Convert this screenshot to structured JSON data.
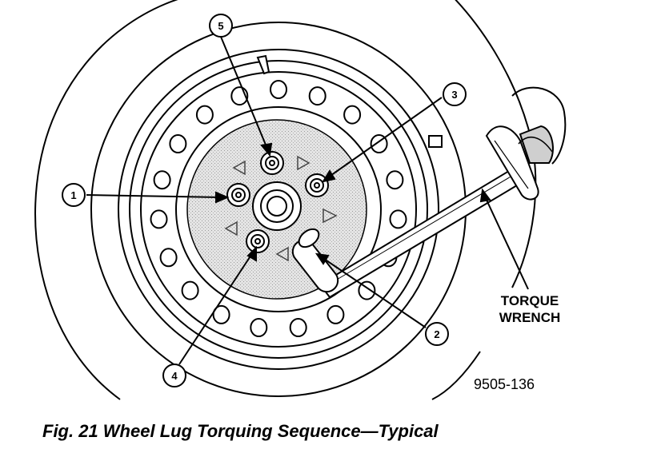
{
  "diagram": {
    "callouts": [
      {
        "id": "callout-1",
        "number": "1"
      },
      {
        "id": "callout-2",
        "number": "2"
      },
      {
        "id": "callout-3",
        "number": "3"
      },
      {
        "id": "callout-4",
        "number": "4"
      },
      {
        "id": "callout-5",
        "number": "5"
      }
    ],
    "label_torque_line1": "TORQUE",
    "label_torque_line2": "WRENCH",
    "figure_number": "9505-136",
    "caption": "Fig. 21 Wheel Lug Torquing Sequence—Typical"
  },
  "colors": {
    "ink": "#000000",
    "hub_fill": "#d8d8d8",
    "background": "#ffffff"
  }
}
